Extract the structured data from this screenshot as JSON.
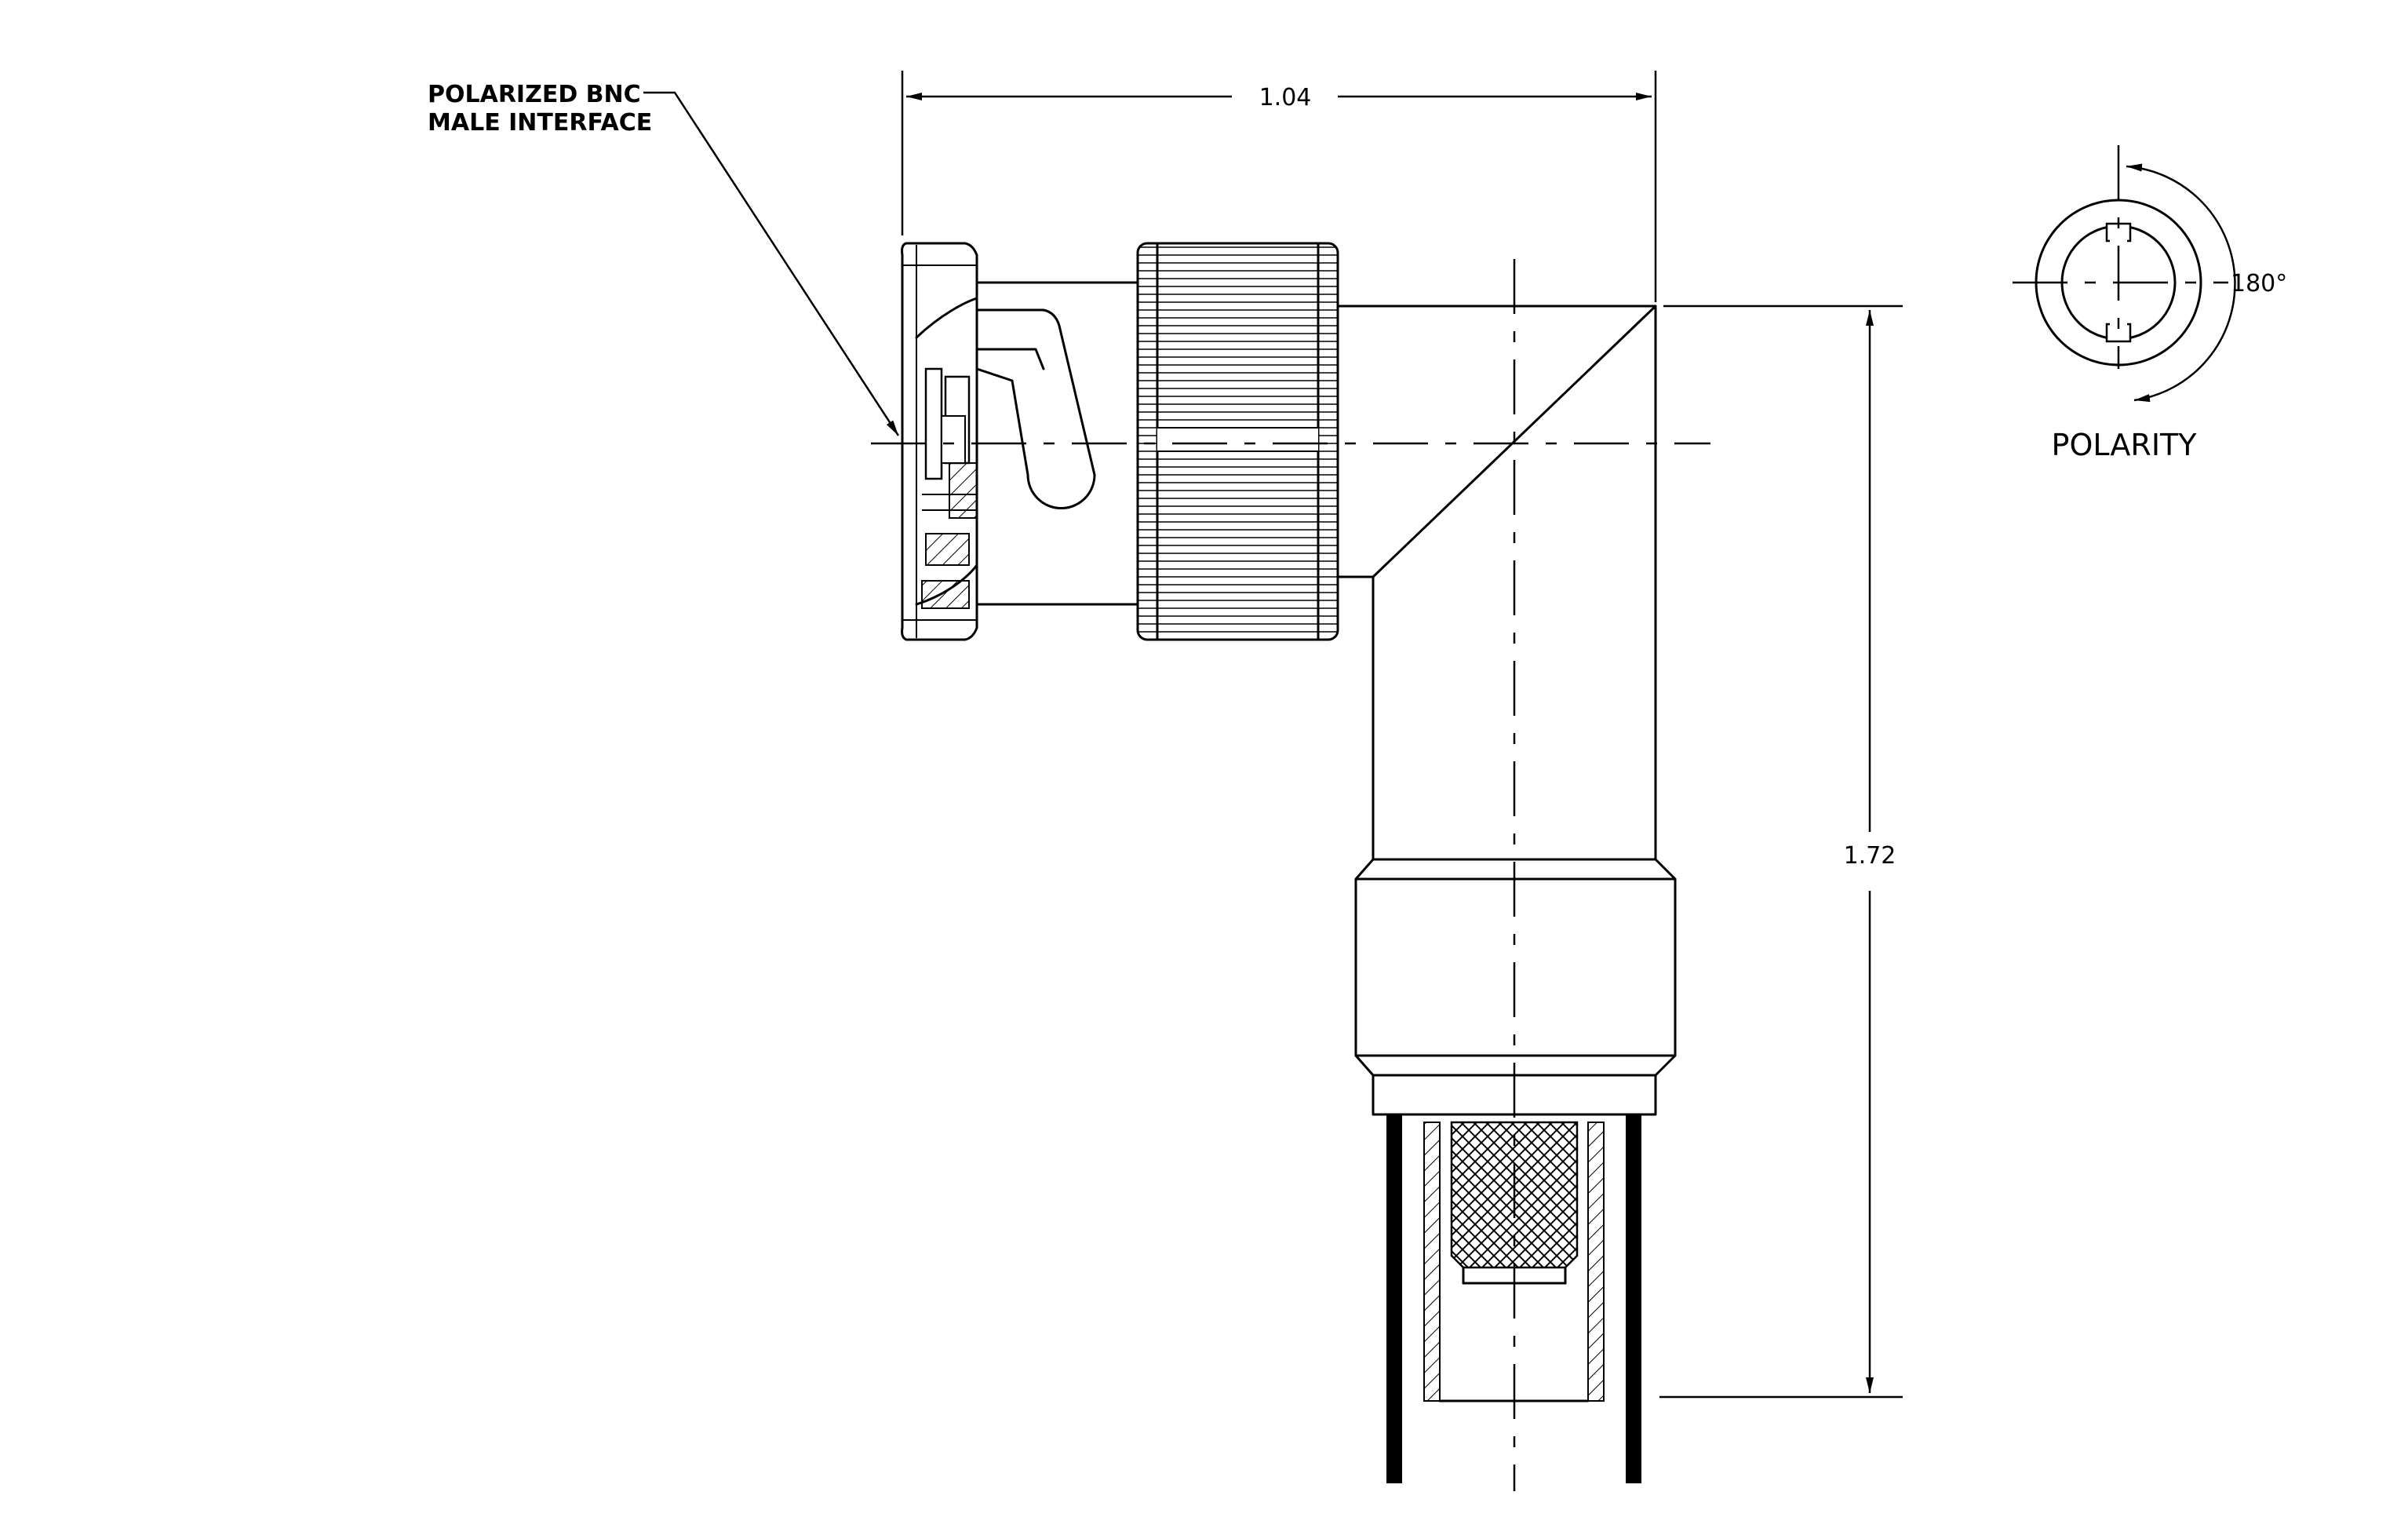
{
  "callout": {
    "line1": "POLARIZED BNC",
    "line2": "MALE INTERFACE"
  },
  "dimensions": {
    "width": "1.04",
    "height": "1.72",
    "angle": "180°"
  },
  "polarity": {
    "label": "POLARITY"
  }
}
